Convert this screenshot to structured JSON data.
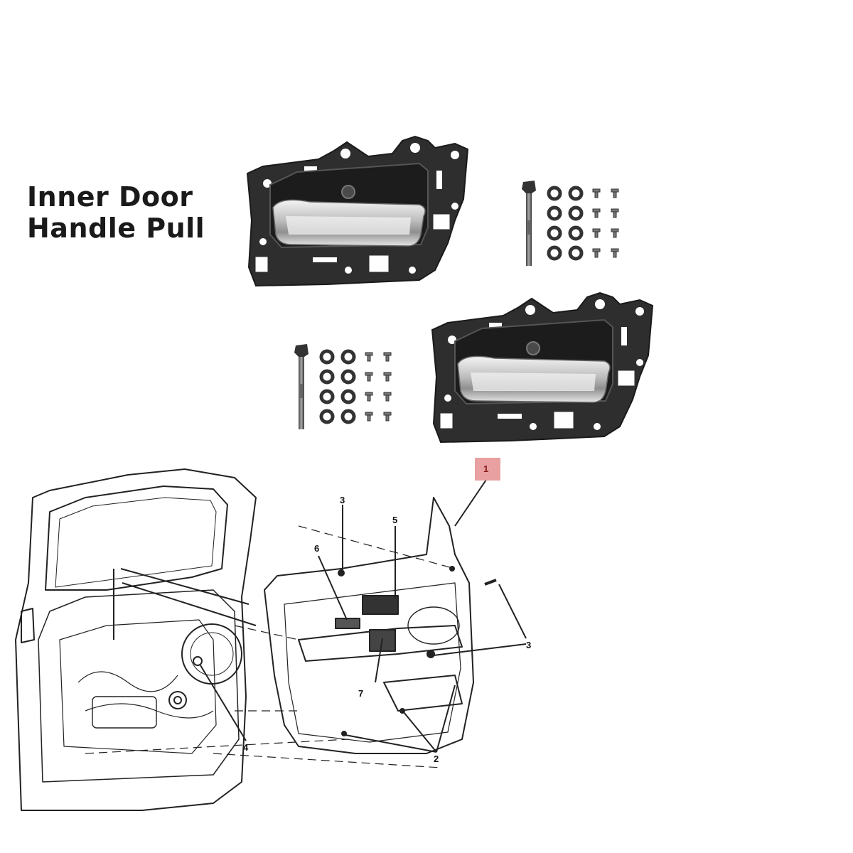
{
  "title": {
    "line1": "Inner Door",
    "line2": "Handle Pull"
  },
  "diagram": {
    "callouts": [
      "1",
      "2",
      "3",
      "3",
      "4",
      "5",
      "6",
      "7"
    ]
  },
  "colors": {
    "bezel": "#2b2b2b",
    "chrome": "#cfcfcf",
    "background": "#ffffff",
    "highlight": "#e8a0a0",
    "line": "#222222"
  }
}
